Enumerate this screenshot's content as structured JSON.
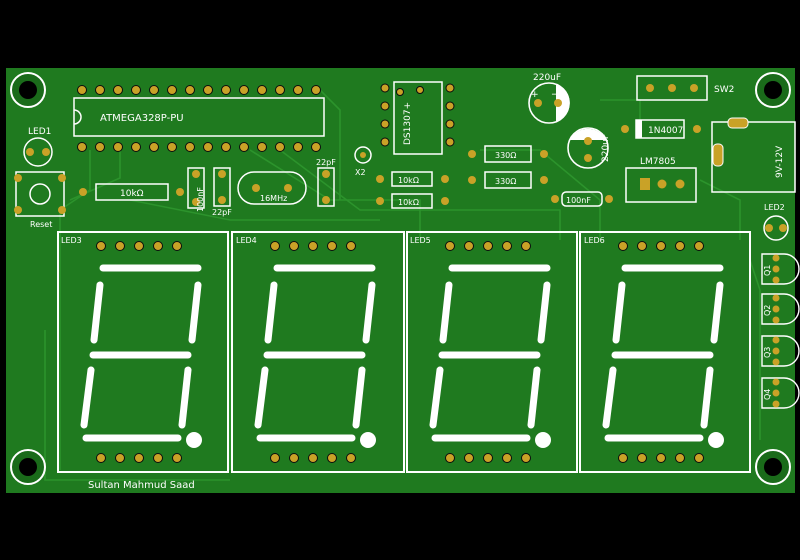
{
  "board": {
    "background": "#000000",
    "pcb_color": "#1f7a1f",
    "trace_color": "#2a8f2a",
    "silk_color": "#ffffff",
    "pad_color": "#c9a227"
  },
  "labels": {
    "mcu": "ATMEGA328P-PU",
    "rtc": "DS1307+",
    "cap_top": "220uF",
    "cap_mid": "220uF",
    "switch": "SW2",
    "diode": "1N4007",
    "reg": "LM7805",
    "power_in": "9V-12V",
    "led1": "LED1",
    "led2": "LED2",
    "reset": "Reset",
    "r1": "10kΩ",
    "c1": "100nF",
    "c2": "22pF",
    "c3": "22pF",
    "crystal": "16MHz",
    "x2": "X2",
    "r2": "10kΩ",
    "r3": "10kΩ",
    "r4": "330Ω",
    "r5": "330Ω",
    "c4": "100nF",
    "led3": "LED3",
    "led4": "LED4",
    "led5": "LED5",
    "led6": "LED6",
    "q1": "Q1",
    "q2": "Q2",
    "q3": "Q3",
    "q4": "Q4",
    "author": "Sultan  Mahmud  Saad"
  }
}
